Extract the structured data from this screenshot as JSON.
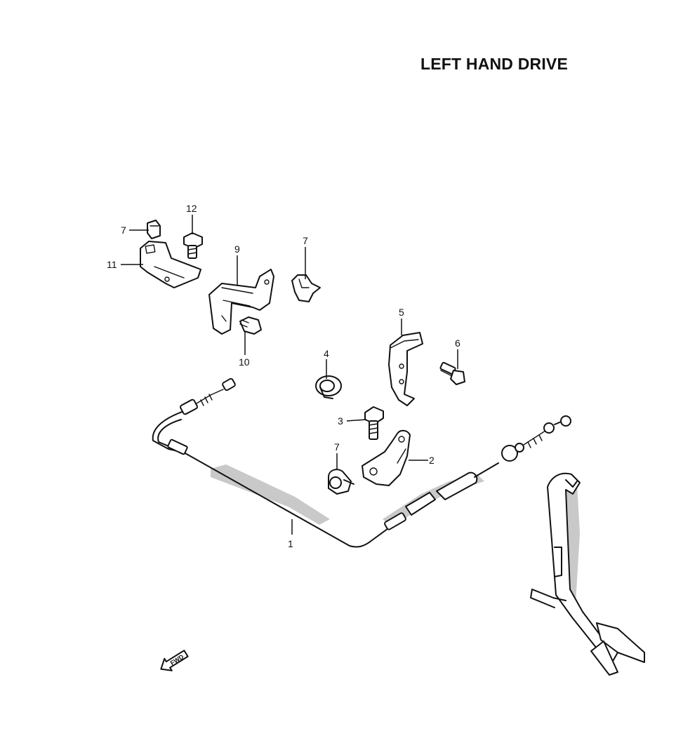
{
  "diagram": {
    "title": "LEFT HAND DRIVE",
    "fwd_label": "FWD",
    "callouts": [
      {
        "id": "c1",
        "label": "1"
      },
      {
        "id": "c2",
        "label": "2"
      },
      {
        "id": "c3",
        "label": "3"
      },
      {
        "id": "c4",
        "label": "4"
      },
      {
        "id": "c5",
        "label": "5"
      },
      {
        "id": "c6",
        "label": "6"
      },
      {
        "id": "c7a",
        "label": "7"
      },
      {
        "id": "c7b",
        "label": "7"
      },
      {
        "id": "c7c",
        "label": "7"
      },
      {
        "id": "c9",
        "label": "9"
      },
      {
        "id": "c10",
        "label": "10"
      },
      {
        "id": "c11",
        "label": "11"
      },
      {
        "id": "c12",
        "label": "12"
      }
    ],
    "colors": {
      "line": "#111111",
      "shadow": "#c9c9c9",
      "background": "#ffffff"
    }
  }
}
